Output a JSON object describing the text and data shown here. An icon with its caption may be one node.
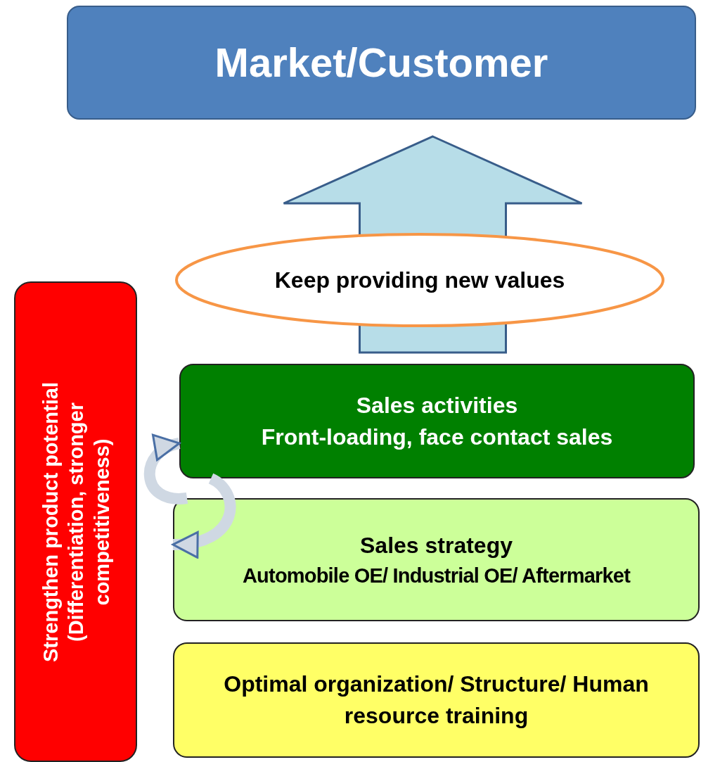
{
  "diagram": {
    "nodes": [
      {
        "text": [
          "Market/Customer"
        ]
      },
      {
        "text": [
          "Keep providing new values"
        ]
      },
      {
        "text": [
          "Strengthen product potential (Differentiation, stronger competitiveness)"
        ]
      },
      {
        "text": [
          "Sales activities",
          "Front-loading, face contact sales"
        ]
      },
      {
        "text": [
          "Sales strategy",
          "Automobile OE/ Industrial OE/ Aftermarket"
        ]
      },
      {
        "text": [
          "Optimal organization/ Structure/ Human resource training"
        ]
      }
    ],
    "edges": [
      {
        "from": 3,
        "to": 0,
        "arrow": "to",
        "style": "thick",
        "color": "#b7dde8"
      },
      {
        "from": 4,
        "to": 3,
        "arrow": "to"
      },
      {
        "from": 3,
        "to": 4,
        "arrow": "to"
      }
    ]
  }
}
